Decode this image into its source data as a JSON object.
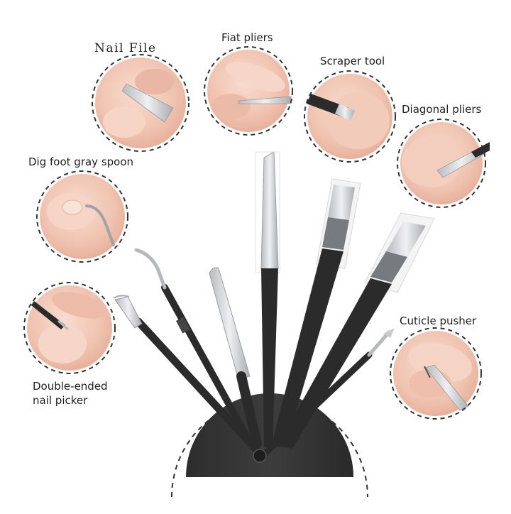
{
  "labels": {
    "nail_file": "Nail File",
    "flat_pliers": "Fiat pliers",
    "scraper_tool": "Scraper tool",
    "diagonal_pliers": "Diagonal pliers",
    "dig_foot_gray_spoon": "Dig foot gray spoon",
    "cuticle_pusher": "Cuticle pusher",
    "double_ended_line1": "Double-ended",
    "double_ended_line2": "nail picker"
  },
  "colors": {
    "tool_black": "#2b2b2b",
    "steel": "#cfd1d4",
    "skin": "#f1c7b6",
    "skin_shadow": "#e3a995",
    "dashed_ring": "#333333",
    "stand": "#343434"
  },
  "icons": {
    "stand": "semicircle-stand-icon",
    "tools": "pedicure-tools-fan-icon"
  }
}
